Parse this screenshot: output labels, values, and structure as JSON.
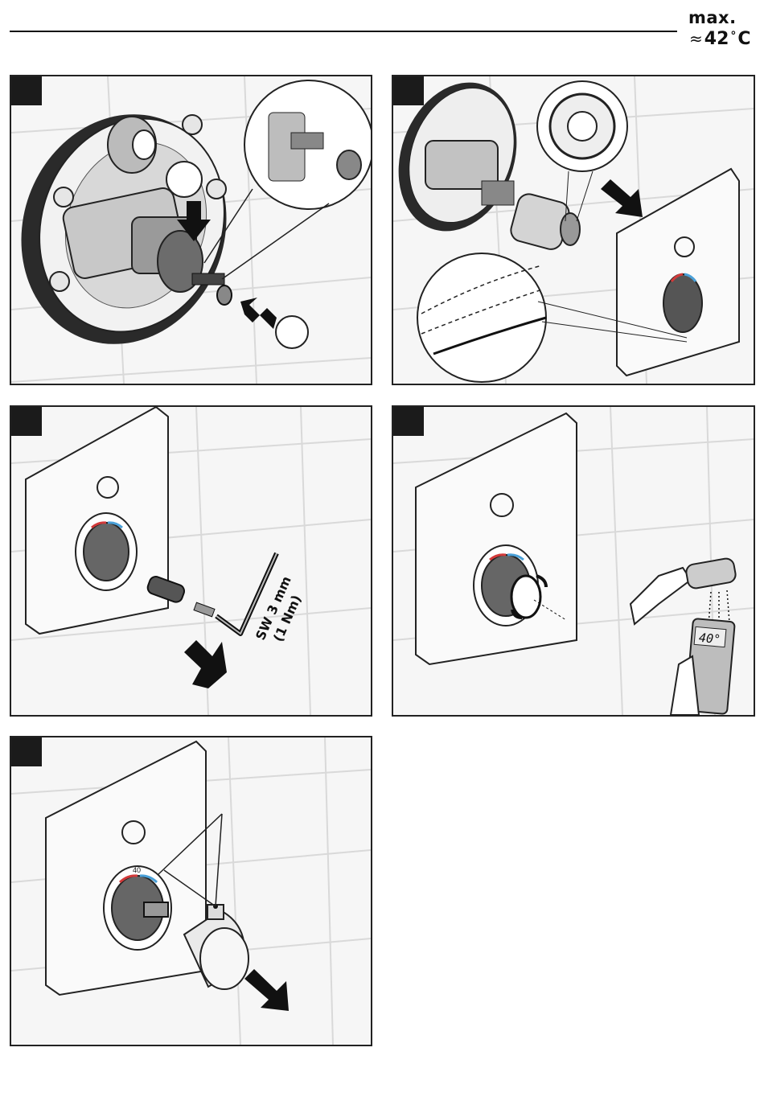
{
  "header": {
    "max_text": "max.",
    "approx_symbol": "≈",
    "temperature_value": "42",
    "degree_symbol": "°",
    "temperature_unit": "C"
  },
  "panels": [
    {
      "id": "step-1",
      "content": "cartridge adapter and clip installation on concealed body"
    },
    {
      "id": "step-2",
      "content": "extension sleeve and trim plate alignment"
    },
    {
      "id": "step-3",
      "content": "spindle extension fixing with hex key"
    },
    {
      "id": "step-4",
      "content": "temperature limit calibration with thermometer"
    },
    {
      "id": "step-5",
      "content": "handle knob mounting"
    }
  ],
  "wrench": {
    "size_label": "SW 3 mm",
    "torque_label": "(1 Nm)"
  },
  "thermometer": {
    "display": "40°"
  },
  "dial_mark": "40",
  "colors": {
    "hot": "#d23a3a",
    "cold": "#4aa0d8",
    "tile_line": "#d9d9d9",
    "ink": "#1b1b1b"
  }
}
